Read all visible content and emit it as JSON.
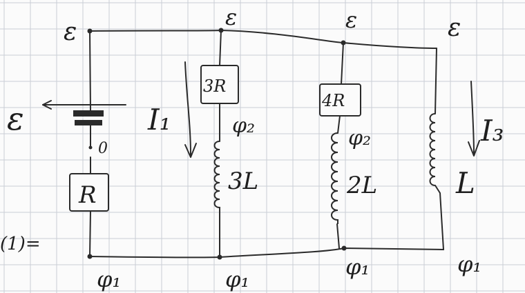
{
  "diagram": {
    "grid_color": "#c9ced6",
    "ink_color": "#2a2a2a",
    "top_labels": [
      "ε",
      "ε",
      "ε",
      "ε"
    ],
    "bottom_labels": [
      "φ₁",
      "φ₁",
      "φ₁",
      "φ₁"
    ],
    "left_branch": {
      "source_label": "ε",
      "node_label": "0",
      "resistor_label": "R"
    },
    "branch_2": {
      "resistor_label": "3R",
      "phi_label": "φ₂",
      "inductor_label": "3L",
      "current_label": "I₁"
    },
    "branch_3": {
      "resistor_label": "4R",
      "phi_label": "φ₂",
      "inductor_label": "2L"
    },
    "branch_4": {
      "inductor_label": "L",
      "current_label": "I₃"
    },
    "margin_text": "(1)="
  }
}
